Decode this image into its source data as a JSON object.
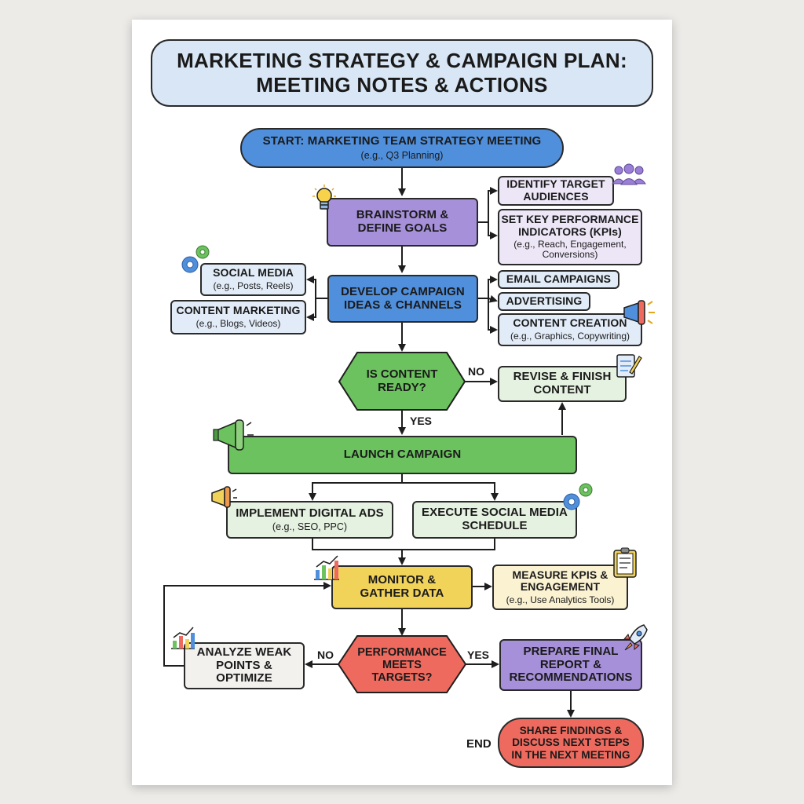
{
  "title": {
    "line1": "MARKETING STRATEGY & CAMPAIGN PLAN:",
    "line2": "MEETING NOTES & ACTIONS"
  },
  "nodes": {
    "start": {
      "title": "START: MARKETING TEAM STRATEGY MEETING",
      "sub": "(e.g., Q3 Planning)"
    },
    "brainstorm": {
      "l1": "BRAINSTORM &",
      "l2": "DEFINE GOALS"
    },
    "audiences": {
      "l1": "IDENTIFY TARGET",
      "l2": "AUDIENCES"
    },
    "kpis": {
      "l1": "SET KEY PERFORMANCE",
      "l2": "INDICATORS (KPIs)",
      "sub1": "(e.g., Reach, Engagement,",
      "sub2": "Conversions)"
    },
    "social": {
      "title": "SOCIAL MEDIA",
      "sub": "(e.g., Posts, Reels)"
    },
    "content_marketing": {
      "title": "CONTENT MARKETING",
      "sub": "(e.g., Blogs, Videos)"
    },
    "develop": {
      "l1": "DEVELOP CAMPAIGN",
      "l2": "IDEAS & CHANNELS"
    },
    "email": {
      "title": "EMAIL CAMPAIGNS"
    },
    "advertising": {
      "title": "ADVERTISING"
    },
    "content_creation": {
      "title": "CONTENT CREATION",
      "sub": "(e.g., Graphics, Copywriting)"
    },
    "content_ready": {
      "l1": "IS CONTENT",
      "l2": "READY?"
    },
    "revise": {
      "l1": "REVISE & FINISH",
      "l2": "CONTENT"
    },
    "launch": {
      "title": "LAUNCH CAMPAIGN"
    },
    "digital_ads": {
      "title": "IMPLEMENT DIGITAL ADS",
      "sub": "(e.g., SEO, PPC)"
    },
    "social_schedule": {
      "l1": "EXECUTE SOCIAL MEDIA",
      "l2": "SCHEDULE"
    },
    "monitor": {
      "l1": "MONITOR &",
      "l2": "GATHER DATA"
    },
    "measure": {
      "l1": "MEASURE KPIS &",
      "l2": "ENGAGEMENT",
      "sub": "(e.g., Use Analytics Tools)"
    },
    "performance": {
      "l1": "PERFORMANCE",
      "l2": "MEETS",
      "l3": "TARGETS?"
    },
    "analyze": {
      "l1": "ANALYZE WEAK",
      "l2": "POINTS &",
      "l3": "OPTIMIZE"
    },
    "report": {
      "l1": "PREPARE FINAL",
      "l2": "REPORT &",
      "l3": "RECOMMENDATIONS"
    },
    "share": {
      "l1": "SHARE FINDINGS &",
      "l2": "DISCUSS NEXT STEPS",
      "l3": "IN THE NEXT MEETING"
    }
  },
  "edge_labels": {
    "content_no": "NO",
    "content_yes": "YES",
    "performance_no": "NO",
    "performance_yes": "YES",
    "end": "END"
  },
  "icons": [
    "lightbulb-icon",
    "team-icon",
    "gears-icon",
    "megaphone-icon",
    "document-pencil-icon",
    "bar-chart-icon",
    "clipboard-icon",
    "rocket-icon"
  ],
  "colors": {
    "blue": "#4f8fdc",
    "purple": "#a690d9",
    "green": "#6bc25e",
    "yellow": "#f2d35a",
    "red": "#ee6a5e",
    "title_bg": "#d8e6f5"
  }
}
